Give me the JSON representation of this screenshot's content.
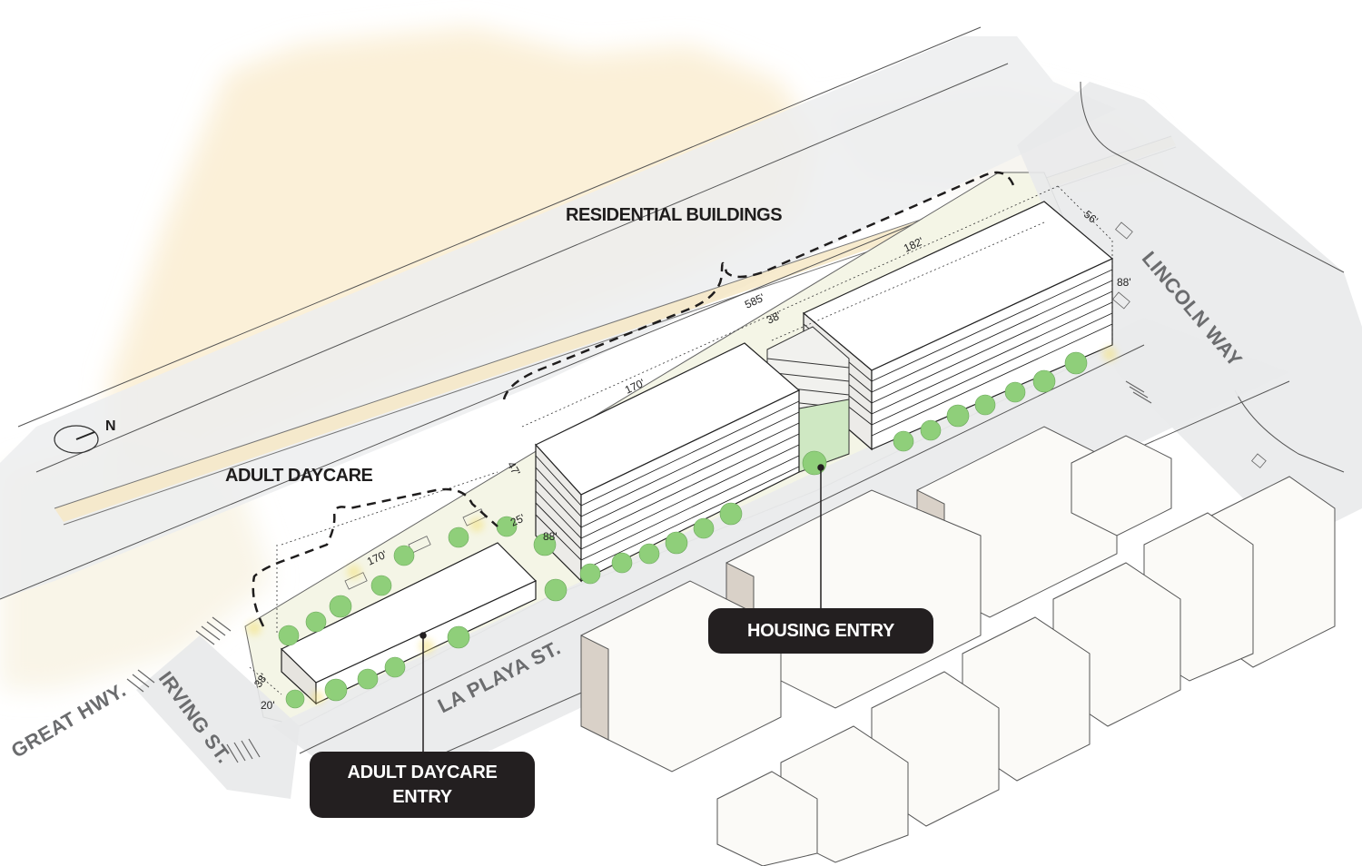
{
  "diagram": {
    "type": "isometric site massing plan",
    "colors": {
      "watercolor_wash": "#fbefd6",
      "road": "#e9eaeb",
      "sidewalk": "#f3f4e8",
      "building_top": "#ffffff",
      "building_shadow": "#d9d1c8",
      "tree": "#8fcf7a",
      "callout_bg": "#231f20",
      "callout_text": "#ffffff",
      "street_label": "#6b6c6e",
      "light_accent": "#f5e27a"
    }
  },
  "labels": {
    "residential_buildings": "RESIDENTIAL BUILDINGS",
    "adult_daycare": "ADULT DAYCARE"
  },
  "callouts": {
    "housing_entry": "HOUSING ENTRY",
    "adult_daycare_entry_line1": "ADULT DAYCARE",
    "adult_daycare_entry_line2": "ENTRY"
  },
  "streets": {
    "great_hwy": "GREAT HWY.",
    "irving_st": "IRVING ST.",
    "la_playa_st": "LA PLAYA ST.",
    "lincoln_way": "LINCOLN WAY"
  },
  "north_arrow": {
    "label": "N"
  },
  "dimensions": {
    "overall_length": "585'",
    "north_building_length": "182'",
    "north_width": "56'",
    "north_height": "88'",
    "gap_between_buildings": "38'",
    "middle_building_length": "170'",
    "middle_building_width": "47'",
    "middle_building_height": "88'",
    "daycare_setback": "25'",
    "daycare_length": "170'",
    "daycare_width": "38'",
    "daycare_height": "20'"
  }
}
